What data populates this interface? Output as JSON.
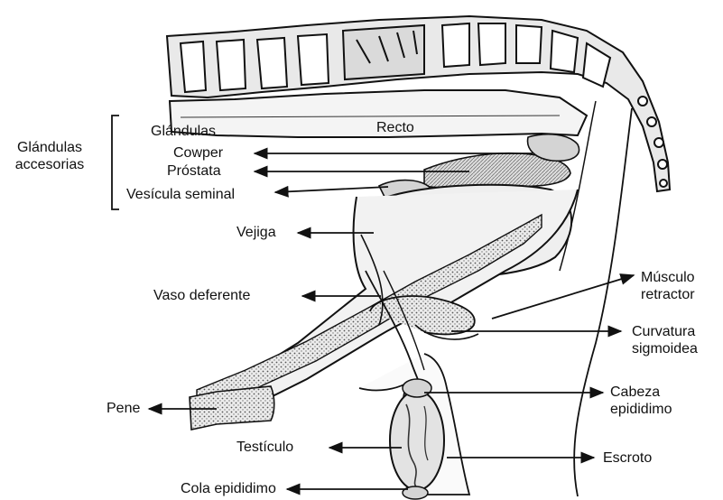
{
  "labels": {
    "group": "Glándulas\naccesorias",
    "glandulas": "Glándulas",
    "cowper": "Cowper",
    "prostata": "Próstata",
    "vesicula": "Vesícula seminal",
    "vejiga": "Vejiga",
    "vaso": "Vaso deferente",
    "pene": "Pene",
    "testiculo": "Testículo",
    "cola": "Cola epididimo",
    "recto": "Recto",
    "musculo": "Músculo\nretractor",
    "curvatura": "Curvatura\nsigmoidea",
    "cabeza": "Cabeza\nepididimo",
    "escroto": "Escroto"
  },
  "colors": {
    "ink": "#111111",
    "bone_fill": "#e9e9e9",
    "tissue_fill": "#d4d4d4",
    "dotted_fill": "#c9c9c9",
    "paper": "#ffffff"
  }
}
